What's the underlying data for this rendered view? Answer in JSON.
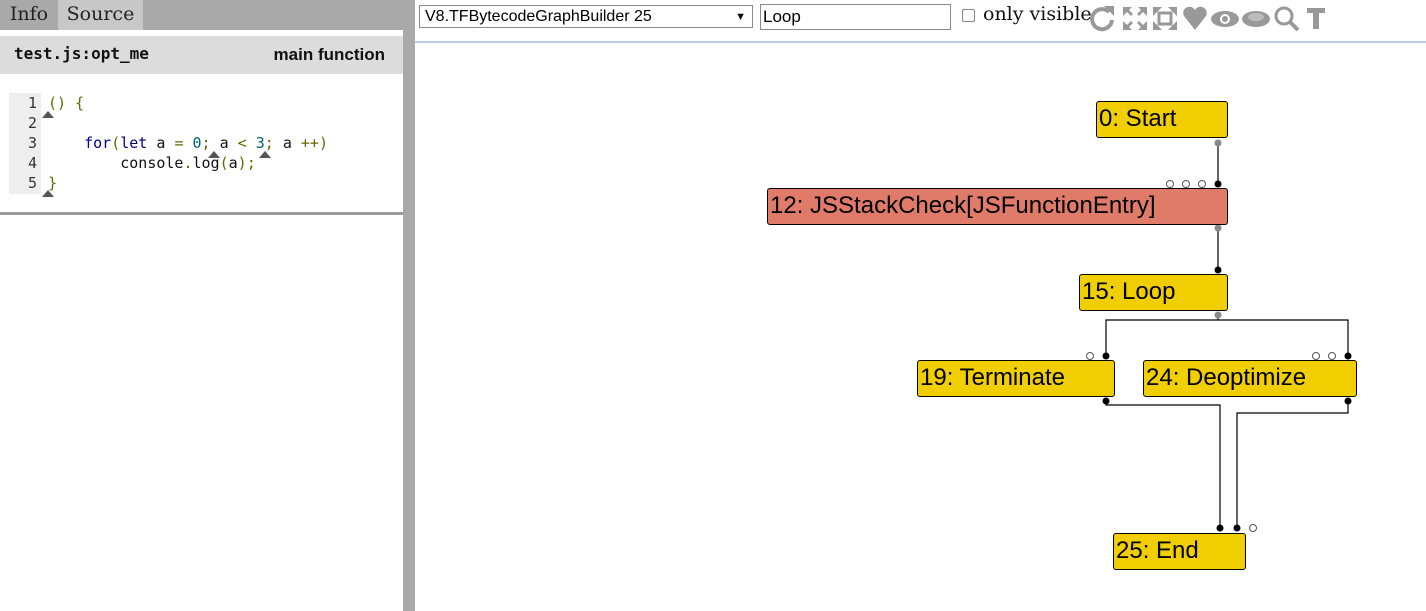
{
  "left_panel": {
    "tabs": [
      {
        "label": "Info"
      },
      {
        "label": "Source"
      }
    ],
    "source": {
      "name": "test.js:opt_me",
      "kind": "main function",
      "line_numbers": [
        "1",
        "2",
        "3",
        "4",
        "5"
      ],
      "lines": [
        "() {",
        "",
        "    for(let a = 0; a < 3; a ++)",
        "        console.log(a);",
        "}"
      ]
    }
  },
  "toolbar": {
    "phase_select": "V8.TFBytecodeGraphBuilder 25",
    "search_value": "Loop",
    "only_visible_label": "only visible",
    "only_visible_checked": false,
    "icons": [
      "refresh-icon",
      "fit-to-view-icon",
      "show-all-icon",
      "toggle-types-icon",
      "show-selected-icon",
      "hide-selected-icon",
      "search-icon",
      "toggle-text-icon"
    ]
  },
  "graph": {
    "nodes": [
      {
        "id": "n0",
        "label": "0: Start",
        "type": "control"
      },
      {
        "id": "n12",
        "label": "12: JSStackCheck[JSFunctionEntry]",
        "type": "javascript"
      },
      {
        "id": "n15",
        "label": "15: Loop",
        "type": "control"
      },
      {
        "id": "n19",
        "label": "19: Terminate",
        "type": "control"
      },
      {
        "id": "n24",
        "label": "24: Deoptimize",
        "type": "control"
      },
      {
        "id": "n25",
        "label": "25: End",
        "type": "control"
      }
    ],
    "edges": [
      {
        "from": "0: Start",
        "to": "12: JSStackCheck[JSFunctionEntry]"
      },
      {
        "from": "12: JSStackCheck[JSFunctionEntry]",
        "to": "15: Loop"
      },
      {
        "from": "15: Loop",
        "to": "19: Terminate"
      },
      {
        "from": "15: Loop",
        "to": "24: Deoptimize"
      },
      {
        "from": "19: Terminate",
        "to": "25: End"
      },
      {
        "from": "24: Deoptimize",
        "to": "25: End"
      }
    ],
    "colors": {
      "control": "#f0ce00",
      "javascript": "#e07b6a",
      "edge": "#000000",
      "input_port_empty": "#ffffff",
      "output_port": "#888888"
    }
  }
}
